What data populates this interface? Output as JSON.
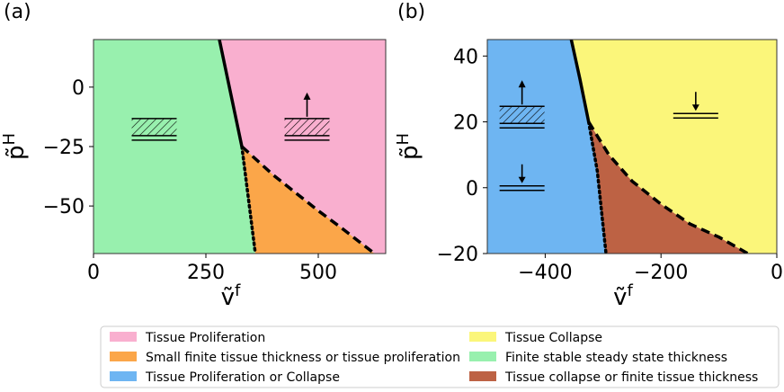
{
  "colors": {
    "pink": "#f9afcf",
    "green": "#98f0ae",
    "orange": "#fba649",
    "blue": "#6eb5f2",
    "yellow": "#fbf67a",
    "brown": "#bd6244",
    "boundary": "#000000"
  },
  "chart_data": [
    {
      "type": "area",
      "panel_label": "(a)",
      "xlabel": "ṽ",
      "xlabel_sup": "f",
      "ylabel": "p̃",
      "ylabel_sup": "H",
      "xlim": [
        0,
        650
      ],
      "ylim": [
        -70,
        20
      ],
      "xticks": [
        0,
        250,
        500
      ],
      "yticks": [
        0,
        -25,
        -50
      ],
      "regions": [
        {
          "label": "Finite stable steady state thickness",
          "color_key": "green"
        },
        {
          "label": "Tissue Proliferation",
          "color_key": "pink"
        },
        {
          "label": "Small finite tissue thickness or tissue proliferation",
          "color_key": "orange"
        }
      ],
      "boundaries": {
        "solid": [
          [
            280,
            20
          ],
          [
            330,
            -25
          ]
        ],
        "dotted": [
          [
            330,
            -25
          ],
          [
            360,
            -70
          ]
        ],
        "dashed": [
          [
            330,
            -25
          ],
          [
            400,
            -37
          ],
          [
            500,
            -52
          ],
          [
            550,
            -59
          ],
          [
            625,
            -70
          ]
        ]
      },
      "vertices": {
        "triple": [
          330,
          -25
        ]
      },
      "annotations": [
        {
          "symbol": "film-steady",
          "x": 135,
          "y": -17
        },
        {
          "symbol": "film-grow",
          "x": 475,
          "y": -17
        }
      ]
    },
    {
      "type": "area",
      "panel_label": "(b)",
      "xlabel": "ṽ",
      "xlabel_sup": "f",
      "ylabel": "p̃",
      "ylabel_sup": "H",
      "xlim": [
        -500,
        0
      ],
      "ylim": [
        -20,
        45
      ],
      "xticks": [
        -400,
        -200,
        0
      ],
      "yticks": [
        40,
        20,
        0,
        -20
      ],
      "regions": [
        {
          "label": "Tissue Proliferation or Collapse",
          "color_key": "blue"
        },
        {
          "label": "Tissue Collapse",
          "color_key": "yellow"
        },
        {
          "label": "Tissue collapse or finite tissue thickness",
          "color_key": "brown"
        }
      ],
      "boundaries": {
        "solid": [
          [
            -355,
            45
          ],
          [
            -340,
            33
          ],
          [
            -325,
            20
          ]
        ],
        "dotted": [
          [
            -325,
            20
          ],
          [
            -310,
            5
          ],
          [
            -295,
            -20
          ]
        ],
        "dashed": [
          [
            -325,
            20
          ],
          [
            -290,
            10
          ],
          [
            -250,
            2
          ],
          [
            -200,
            -5
          ],
          [
            -150,
            -11
          ],
          [
            -100,
            -15
          ],
          [
            -50,
            -20
          ]
        ]
      },
      "vertices": {
        "triple": [
          -325,
          20
        ]
      },
      "annotations": [
        {
          "symbol": "film-grow",
          "x": -440,
          "y": 22
        },
        {
          "symbol": "film-shrink",
          "x": -440,
          "y": 0
        },
        {
          "symbol": "film-shrink",
          "x": -140,
          "y": 22
        }
      ]
    }
  ],
  "legend": {
    "items": [
      {
        "label": "Tissue Proliferation",
        "color_key": "pink"
      },
      {
        "label": "Tissue Collapse",
        "color_key": "yellow"
      },
      {
        "label": "Small finite tissue thickness or tissue proliferation",
        "color_key": "orange"
      },
      {
        "label": "Finite stable steady state thickness",
        "color_key": "green"
      },
      {
        "label": "Tissue Proliferation or Collapse",
        "color_key": "blue"
      },
      {
        "label": "Tissue collapse or finite tissue thickness",
        "color_key": "brown"
      }
    ]
  }
}
